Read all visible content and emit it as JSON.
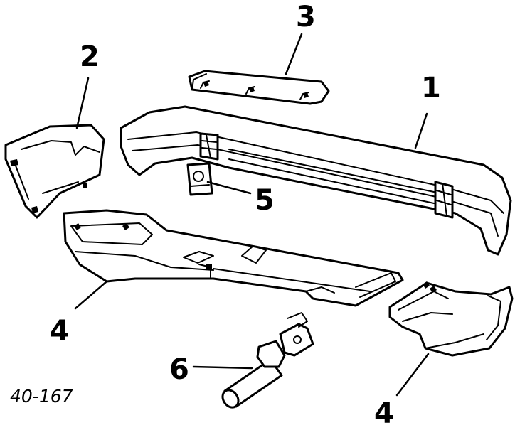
{
  "figure": {
    "reference": "40-167",
    "callouts": {
      "bumper_cover": "1",
      "end_trim": "2",
      "upper_strip": "3",
      "lower_valance_left": "4",
      "lower_valance_right": "4",
      "bracket": "5",
      "tow_eye": "6"
    }
  },
  "colors": {
    "ink": "#000000",
    "paper": "#ffffff"
  }
}
